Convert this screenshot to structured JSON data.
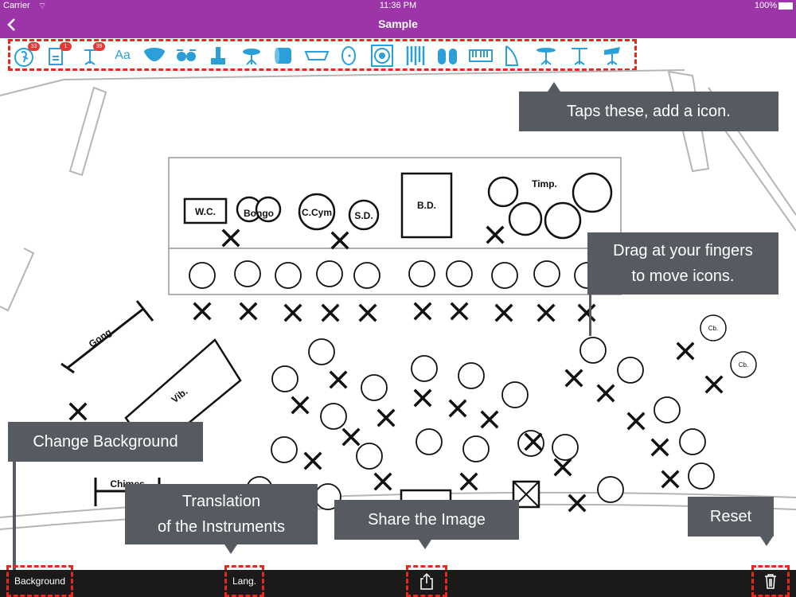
{
  "status": {
    "carrier": "Carrier",
    "time": "11:36 PM",
    "battery": "100%"
  },
  "nav": {
    "title": "Sample"
  },
  "toolbar": {
    "items": [
      {
        "name": "tool-conductor",
        "badge": "33"
      },
      {
        "name": "tool-chair",
        "badge": "1"
      },
      {
        "name": "tool-music-stand",
        "badge": "39"
      },
      {
        "name": "tool-text",
        "label": "Aa"
      },
      {
        "name": "tool-timpani"
      },
      {
        "name": "tool-drum-set"
      },
      {
        "name": "tool-conductor-podium"
      },
      {
        "name": "tool-snare-drum"
      },
      {
        "name": "tool-bass-drum"
      },
      {
        "name": "tool-marimba"
      },
      {
        "name": "tool-cymbal"
      },
      {
        "name": "tool-gong"
      },
      {
        "name": "tool-chimes"
      },
      {
        "name": "tool-congas"
      },
      {
        "name": "tool-keyboard"
      },
      {
        "name": "tool-harp"
      },
      {
        "name": "tool-suspended-cymbal"
      },
      {
        "name": "tool-stand"
      },
      {
        "name": "tool-music-stand-2"
      }
    ]
  },
  "stage": {
    "labels": {
      "wc": "W.C.",
      "bongo": "Bongo",
      "ccym": "C.Cym",
      "sd": "S.D.",
      "bd": "B.D.",
      "timp": "Timp.",
      "gong": "Gong",
      "vib": "Vib.",
      "chimes": "Chimes",
      "cb1": "Cb.",
      "cb2": "Cb."
    }
  },
  "tips": {
    "add_icon": "Taps these, add a icon.",
    "drag_line1": "Drag at your fingers",
    "drag_line2": "to move icons.",
    "background": "Change Background",
    "lang_line1": "Translation",
    "lang_line2": "of the Instruments",
    "share": "Share the Image",
    "reset": "Reset"
  },
  "bottom": {
    "background_label": "Background",
    "lang_label": "Lang."
  }
}
